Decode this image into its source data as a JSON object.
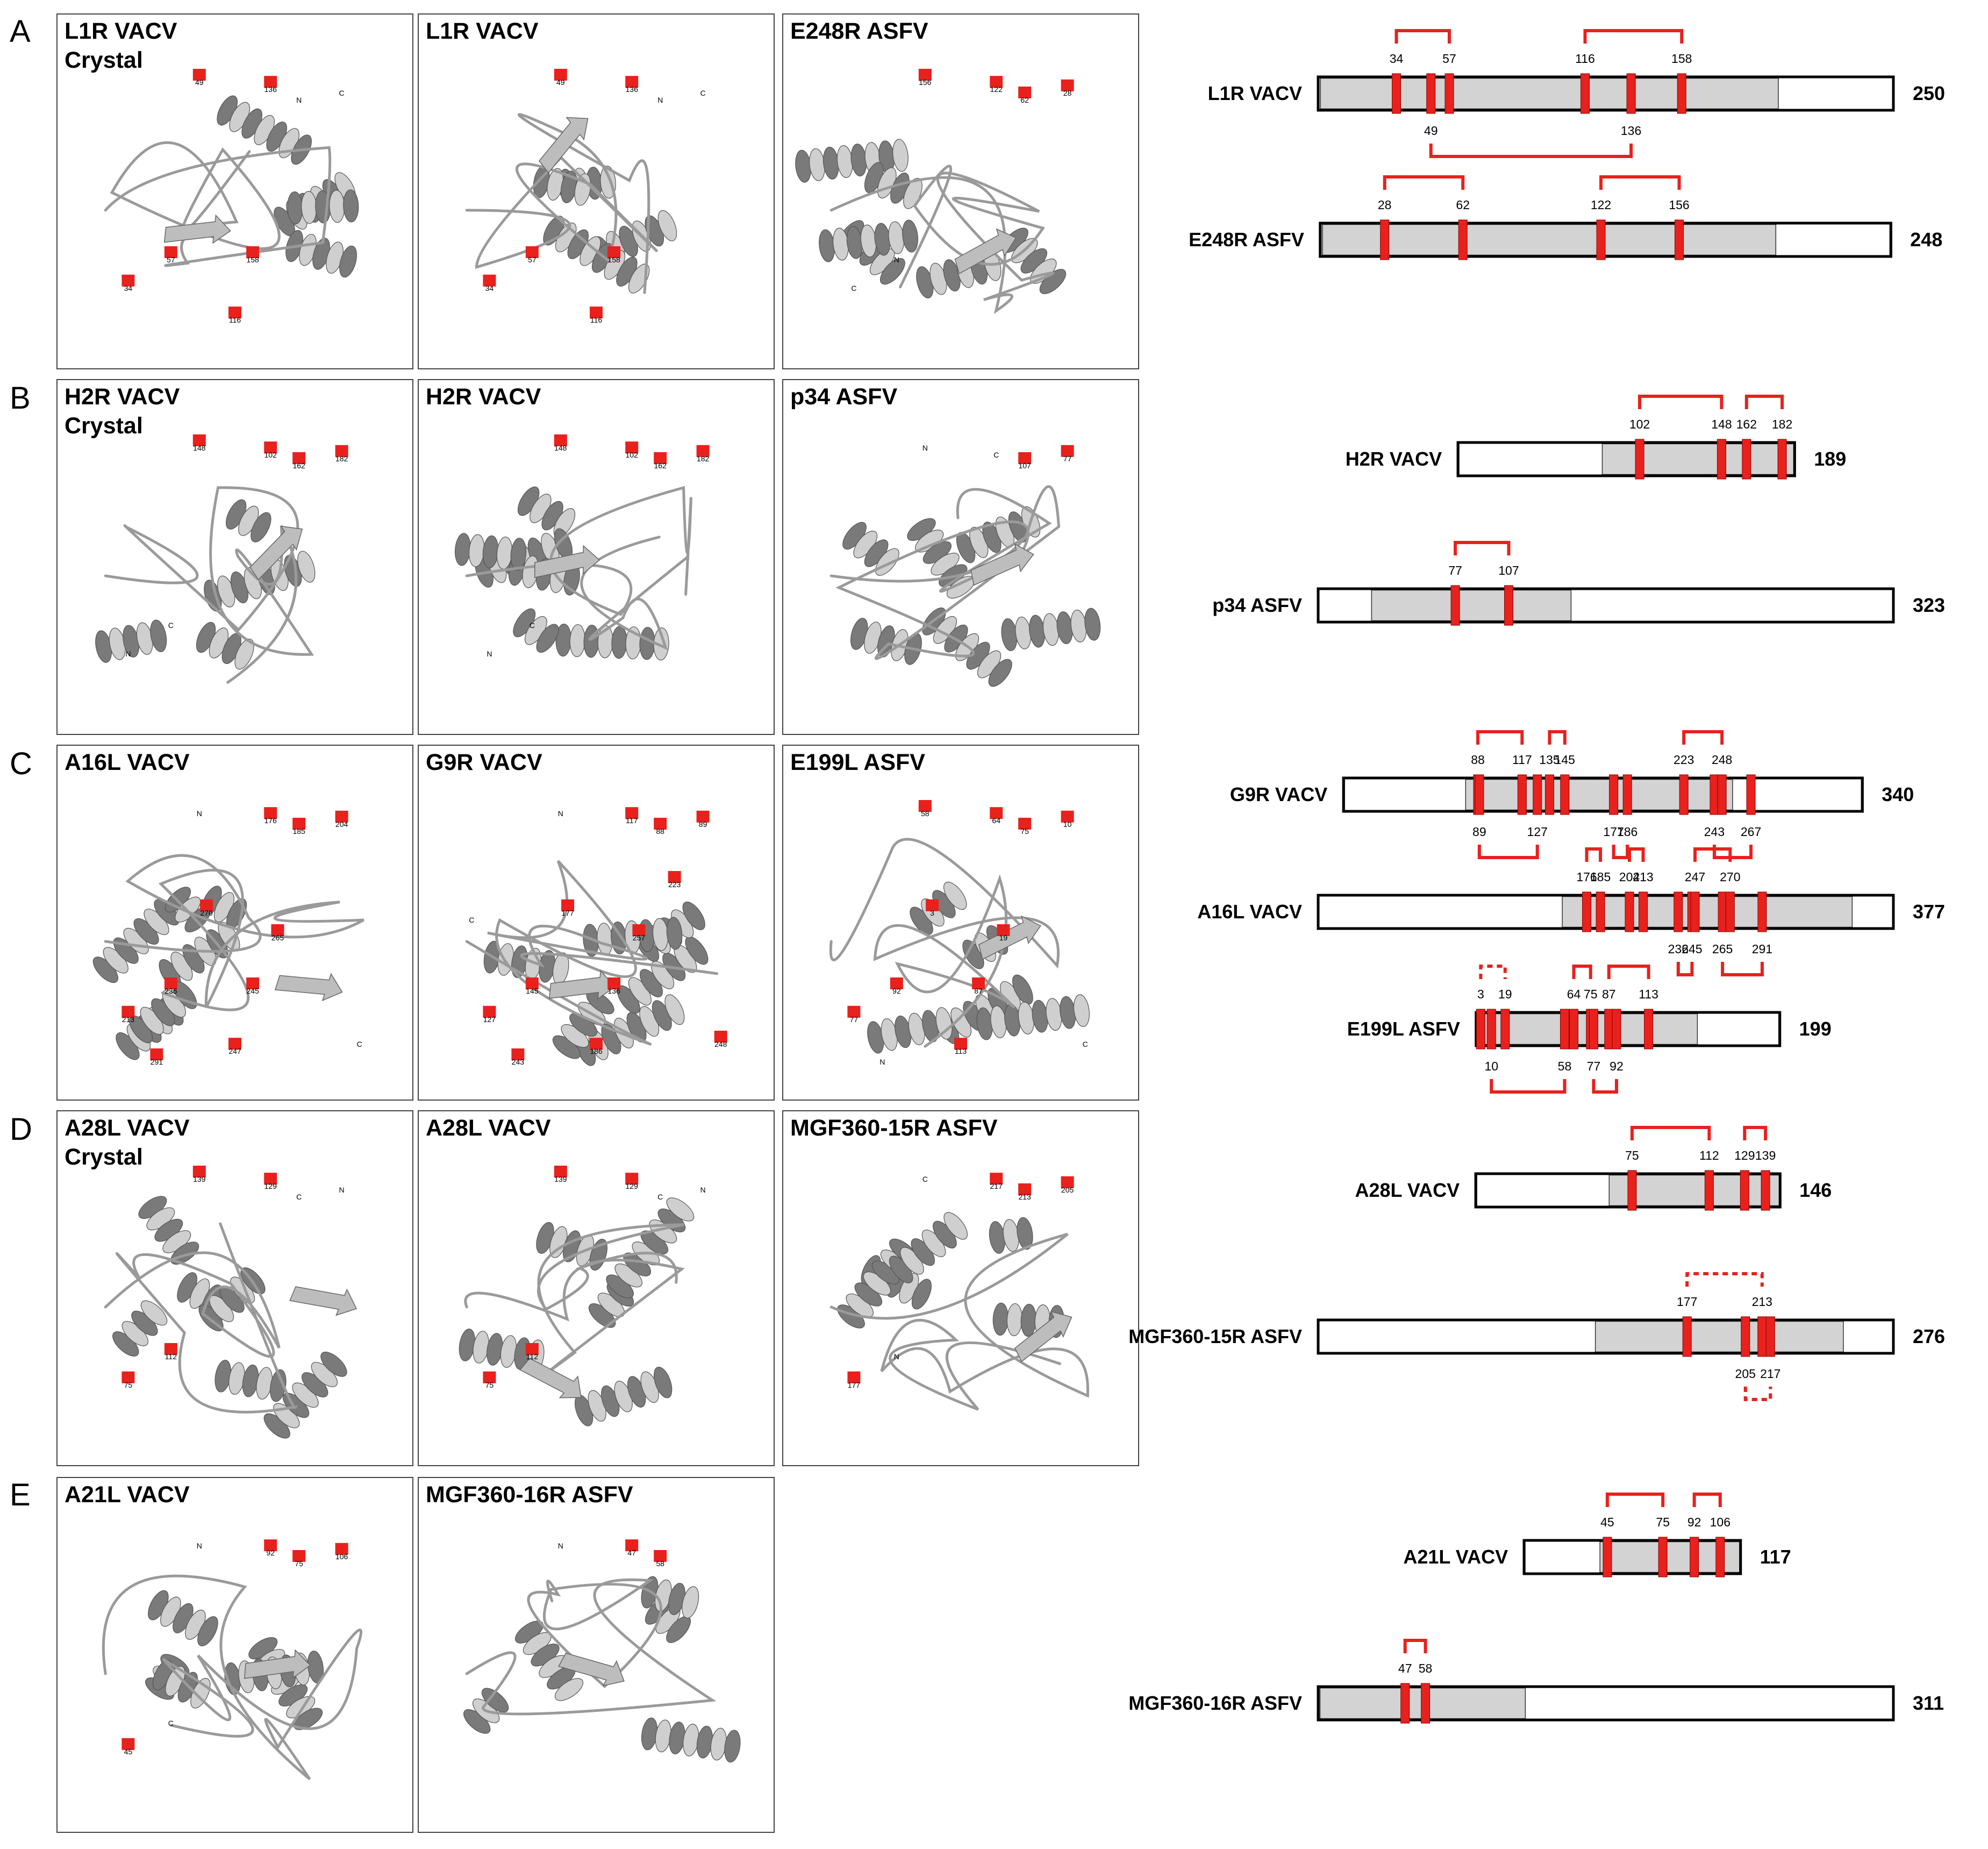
{
  "colors": {
    "disulfide": "#e8211d",
    "domain": "#d3d3d3",
    "helix_dark": "#7a7a7a",
    "helix_light": "#cfcfcf",
    "frame": "#444444"
  },
  "panels": [
    {
      "letter": "A",
      "structures": [
        {
          "title": [
            "L1R VACV",
            "Crystal"
          ],
          "labels": [
            "49",
            "136",
            "N",
            "C",
            "34",
            "57",
            "158",
            "116"
          ]
        },
        {
          "title": [
            "L1R VACV"
          ],
          "labels": [
            "49",
            "136",
            "N",
            "C",
            "34",
            "57",
            "158",
            "116"
          ]
        },
        {
          "title": [
            "E248R ASFV"
          ],
          "labels": [
            "156",
            "122",
            "62",
            "28",
            "C",
            "N"
          ]
        }
      ],
      "tracks": [
        {
          "name": "L1R VACV",
          "length": "250",
          "len": 250,
          "domain": [
            1,
            200
          ],
          "cys": [
            34,
            49,
            57,
            116,
            136,
            158
          ],
          "bonds": [
            {
              "a": 34,
              "b": 57,
              "la": "34",
              "lb": "57",
              "side": "top",
              "dashed": false
            },
            {
              "a": 116,
              "b": 158,
              "la": "116",
              "lb": "158",
              "side": "top",
              "dashed": false
            },
            {
              "a": 49,
              "b": 136,
              "la": "49",
              "lb": "136",
              "side": "bottom",
              "dashed": false
            }
          ]
        },
        {
          "name": "E248R ASFV",
          "length": "248",
          "len": 248,
          "domain": [
            1,
            198
          ],
          "cys": [
            28,
            62,
            122,
            156
          ],
          "bonds": [
            {
              "a": 28,
              "b": 62,
              "la": "28",
              "lb": "62",
              "side": "top",
              "dashed": false
            },
            {
              "a": 122,
              "b": 156,
              "la": "122",
              "lb": "156",
              "side": "top",
              "dashed": false
            }
          ]
        }
      ]
    },
    {
      "letter": "B",
      "structures": [
        {
          "title": [
            "H2R VACV",
            "Crystal"
          ],
          "labels": [
            "148",
            "102",
            "162",
            "182",
            "N",
            "C"
          ]
        },
        {
          "title": [
            "H2R VACV"
          ],
          "labels": [
            "148",
            "102",
            "162",
            "182",
            "N",
            "C"
          ]
        },
        {
          "title": [
            "p34 ASFV"
          ],
          "labels": [
            "N",
            "C",
            "107",
            "77"
          ]
        }
      ],
      "tracks": [
        {
          "name": "H2R VACV",
          "length": "189",
          "len": 189,
          "domain": [
            81,
            189
          ],
          "cys": [
            102,
            148,
            162,
            182
          ],
          "bonds": [
            {
              "a": 102,
              "b": 148,
              "la": "102",
              "lb": "148",
              "side": "top",
              "dashed": false
            },
            {
              "a": 162,
              "b": 182,
              "la": "162",
              "lb": "182",
              "side": "top",
              "dashed": false
            }
          ]
        },
        {
          "name": "p34 ASFV",
          "length": "323",
          "len": 323,
          "domain": [
            30,
            142
          ],
          "cys": [
            77,
            107
          ],
          "bonds": [
            {
              "a": 77,
              "b": 107,
              "la": "77",
              "lb": "107",
              "side": "top",
              "dashed": false
            }
          ]
        }
      ]
    },
    {
      "letter": "C",
      "structures": [
        {
          "title": [
            "A16L VACV"
          ],
          "labels": [
            "N",
            "176",
            "185",
            "204",
            "213",
            "236",
            "245",
            "247",
            "270",
            "265",
            "291",
            "C"
          ]
        },
        {
          "title": [
            "G9R VACV"
          ],
          "labels": [
            "N",
            "117",
            "88",
            "89",
            "127",
            "145",
            "136",
            "186",
            "177",
            "257",
            "243",
            "248",
            "223",
            "C"
          ]
        },
        {
          "title": [
            "E199L ASFV"
          ],
          "labels": [
            "58",
            "64",
            "75",
            "10",
            "77",
            "92",
            "87",
            "113",
            "3",
            "19",
            "N",
            "C"
          ]
        }
      ],
      "tracks": [
        {
          "name": "G9R VACV",
          "length": "340",
          "len": 340,
          "domain": [
            80,
            255
          ],
          "cys": [
            88,
            89,
            117,
            127,
            135,
            145,
            177,
            186,
            223,
            243,
            248,
            267
          ],
          "bonds": [
            {
              "a": 88,
              "b": 117,
              "la": "88",
              "lb": "117",
              "side": "top",
              "dashed": false
            },
            {
              "a": 135,
              "b": 145,
              "la": "135",
              "lb": "145",
              "side": "top",
              "dashed": false
            },
            {
              "a": 223,
              "b": 248,
              "la": "223",
              "lb": "248",
              "side": "top",
              "dashed": false
            },
            {
              "a": 89,
              "b": 127,
              "la": "89",
              "lb": "127",
              "side": "bottom",
              "dashed": false
            },
            {
              "a": 177,
              "b": 186,
              "la": "177",
              "lb": "186",
              "side": "bottom",
              "dashed": false
            },
            {
              "a": 243,
              "b": 267,
              "la": "243",
              "lb": "267",
              "side": "bottom",
              "dashed": false
            }
          ]
        },
        {
          "name": "A16L VACV",
          "length": "377",
          "len": 377,
          "domain": [
            160,
            350
          ],
          "cys": [
            176,
            185,
            204,
            213,
            236,
            245,
            247,
            265,
            270,
            291
          ],
          "bonds": [
            {
              "a": 176,
              "b": 185,
              "la": "176",
              "lb": "185",
              "side": "top",
              "dashed": false
            },
            {
              "a": 204,
              "b": 213,
              "la": "204",
              "lb": "213",
              "side": "top",
              "dashed": false
            },
            {
              "a": 247,
              "b": 270,
              "la": "247",
              "lb": "270",
              "side": "top",
              "dashed": false
            },
            {
              "a": 236,
              "b": 245,
              "la": "236",
              "lb": "245",
              "side": "bottom",
              "dashed": false
            },
            {
              "a": 265,
              "b": 291,
              "la": "265",
              "lb": "291",
              "side": "bottom",
              "dashed": false
            }
          ]
        },
        {
          "name": "E199L ASFV",
          "length": "199",
          "len": 199,
          "domain": [
            1,
            145
          ],
          "cys": [
            3,
            10,
            19,
            58,
            64,
            75,
            77,
            87,
            92,
            113
          ],
          "bonds": [
            {
              "a": 3,
              "b": 19,
              "la": "3",
              "lb": "19",
              "side": "top",
              "dashed": true
            },
            {
              "a": 64,
              "b": 75,
              "la": "64",
              "lb": "75",
              "side": "top",
              "dashed": false
            },
            {
              "a": 87,
              "b": 113,
              "la": "87",
              "lb": "113",
              "side": "top",
              "dashed": false
            },
            {
              "a": 10,
              "b": 58,
              "la": "10",
              "lb": "58",
              "side": "bottom",
              "dashed": false
            },
            {
              "a": 77,
              "b": 92,
              "la": "77",
              "lb": "92",
              "side": "bottom",
              "dashed": false
            }
          ]
        }
      ]
    },
    {
      "letter": "D",
      "structures": [
        {
          "title": [
            "A28L VACV",
            "Crystal"
          ],
          "labels": [
            "139",
            "129",
            "C",
            "N",
            "75",
            "112"
          ]
        },
        {
          "title": [
            "A28L VACV"
          ],
          "labels": [
            "139",
            "129",
            "C",
            "N",
            "75",
            "112"
          ]
        },
        {
          "title": [
            "MGF360-15R ASFV"
          ],
          "labels": [
            "C",
            "217",
            "213",
            "205",
            "177",
            "N"
          ]
        }
      ],
      "tracks": [
        {
          "name": "A28L VACV",
          "length": "146",
          "len": 146,
          "domain": [
            64,
            146
          ],
          "cys": [
            75,
            112,
            129,
            139
          ],
          "bonds": [
            {
              "a": 75,
              "b": 112,
              "la": "75",
              "lb": "112",
              "side": "top",
              "dashed": false
            },
            {
              "a": 129,
              "b": 139,
              "la": "129",
              "lb": "139",
              "side": "top",
              "dashed": false
            }
          ]
        },
        {
          "name": "MGF360-15R ASFV",
          "length": "276",
          "len": 276,
          "domain": [
            133,
            252
          ],
          "cys": [
            177,
            205,
            213,
            217
          ],
          "bonds": [
            {
              "a": 177,
              "b": 213,
              "la": "177",
              "lb": "213",
              "side": "top",
              "dashed": true
            },
            {
              "a": 205,
              "b": 217,
              "la": "205",
              "lb": "217",
              "side": "bottom",
              "dashed": true
            }
          ]
        }
      ]
    },
    {
      "letter": "E",
      "structures": [
        {
          "title": [
            "A21L VACV"
          ],
          "labels": [
            "N",
            "92",
            "75",
            "106",
            "45",
            "C"
          ]
        },
        {
          "title": [
            "MGF360-16R ASFV"
          ],
          "labels": [
            "N",
            "47",
            "58"
          ]
        }
      ],
      "tracks": [
        {
          "name": "A21L VACV",
          "length": "117",
          "len": 117,
          "domain": [
            41,
            117
          ],
          "cys": [
            45,
            75,
            92,
            106
          ],
          "bonds": [
            {
              "a": 45,
              "b": 75,
              "la": "45",
              "lb": "75",
              "side": "top",
              "dashed": false
            },
            {
              "a": 92,
              "b": 106,
              "la": "92",
              "lb": "106",
              "side": "top",
              "dashed": false
            }
          ]
        },
        {
          "name": "MGF360-16R ASFV",
          "length": "311",
          "len": 311,
          "domain": [
            1,
            112
          ],
          "cys": [
            47,
            58
          ],
          "bonds": [
            {
              "a": 47,
              "b": 58,
              "la": "47",
              "lb": "58",
              "side": "top",
              "dashed": false
            }
          ]
        }
      ]
    }
  ]
}
